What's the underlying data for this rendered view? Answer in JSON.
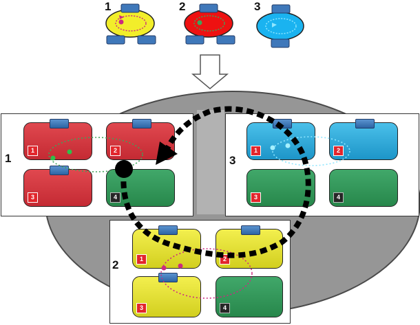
{
  "legend": [
    {
      "label": "1",
      "color": "#f2ee2a"
    },
    {
      "label": "2",
      "color": "#ee1111"
    },
    {
      "label": "3",
      "color": "#1ab3f0"
    }
  ],
  "panels": [
    {
      "label": "1",
      "cells": [
        {
          "color": "red",
          "num": "1",
          "has_tab": true
        },
        {
          "color": "red",
          "num": "2",
          "has_tab": true
        },
        {
          "color": "red",
          "num": "3",
          "has_tab": true
        },
        {
          "color": "green",
          "num": "4",
          "has_tab": false
        }
      ]
    },
    {
      "label": "3",
      "cells": [
        {
          "color": "blue",
          "num": "1",
          "has_tab": true
        },
        {
          "color": "blue",
          "num": "2",
          "has_tab": true
        },
        {
          "color": "green",
          "num": "3",
          "has_tab": false
        },
        {
          "color": "green",
          "num": "4",
          "has_tab": false
        }
      ]
    },
    {
      "label": "2",
      "cells": [
        {
          "color": "yellow",
          "num": "1",
          "has_tab": true
        },
        {
          "color": "yellow",
          "num": "2",
          "has_tab": true
        },
        {
          "color": "yellow",
          "num": "3",
          "has_tab": true
        },
        {
          "color": "green",
          "num": "4",
          "has_tab": false
        }
      ]
    }
  ]
}
